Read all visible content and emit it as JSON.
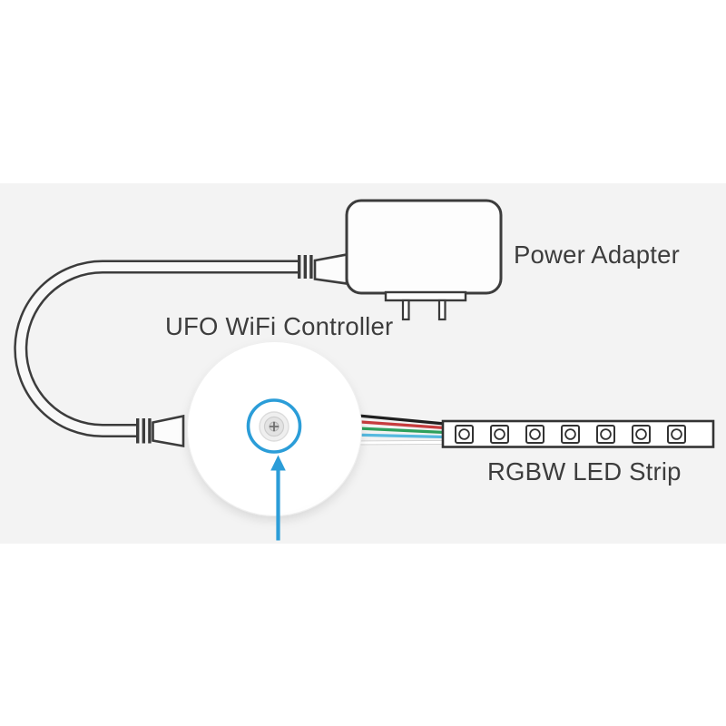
{
  "page": {
    "background": "#ffffff",
    "band_background": "#f3f3f3"
  },
  "labels": {
    "power_adapter": "Power Adapter",
    "controller": "UFO WiFi Controller",
    "led_strip": "RGBW LED Strip"
  },
  "colors": {
    "accent_blue": "#2b9dd8",
    "outline": "#3c3c3c",
    "text": "#3d3d3d",
    "cable_inner": "#f8f8f8",
    "device_fill": "#fdfdfd"
  },
  "led_strip": {
    "led_count": 7
  },
  "wires": [
    {
      "name": "wire-black",
      "color": "#1f1f1f"
    },
    {
      "name": "wire-red",
      "color": "#c63c3e"
    },
    {
      "name": "wire-green",
      "color": "#2da05c"
    },
    {
      "name": "wire-blue",
      "color": "#56b9df"
    },
    {
      "name": "wire-white",
      "color": "#ffffff",
      "outline": "#c8c8c8"
    }
  ]
}
